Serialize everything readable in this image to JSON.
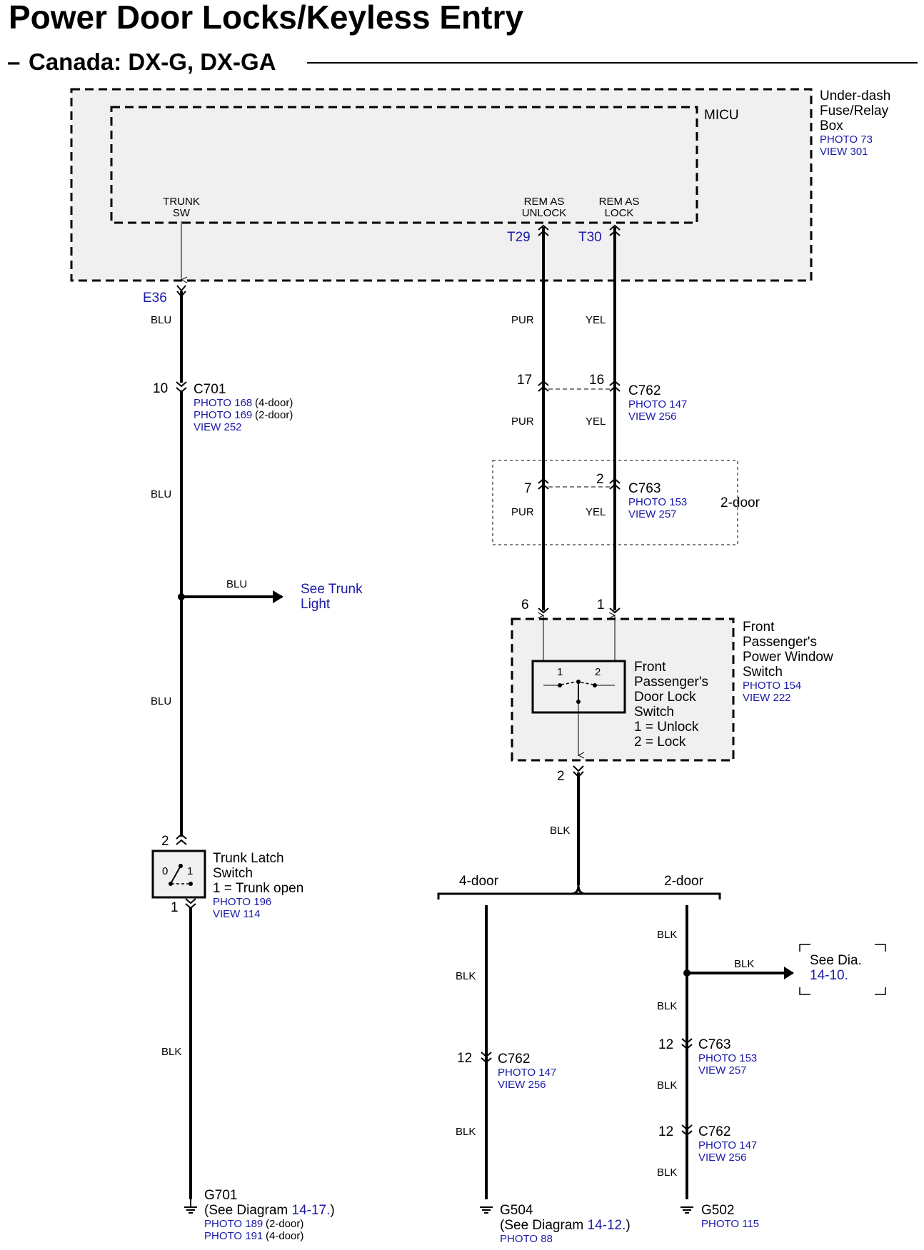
{
  "header": {
    "title": "Power Door Locks/Keyless Entry",
    "subtitle": "Canada: DX-G, DX-GA",
    "subtitle_dash": "–"
  },
  "fuse_box": {
    "name_lines": [
      "Under-dash",
      "Fuse/Relay",
      "Box"
    ],
    "photo": "PHOTO 73",
    "view": "VIEW 301"
  },
  "micu": {
    "label": "MICU",
    "trunk_sw": [
      "TRUNK",
      "SW"
    ],
    "rem_unlock": [
      "REM AS",
      "UNLOCK"
    ],
    "rem_lock": [
      "REM AS",
      "LOCK"
    ],
    "t29": "T29",
    "t30": "T30",
    "e36": "E36"
  },
  "left_branch": {
    "wire1": "BLU",
    "c701_pin": "10",
    "c701": "C701",
    "c701_photo1": "PHOTO 168",
    "c701_photo1_note": "(4-door)",
    "c701_photo2": "PHOTO 169",
    "c701_photo2_note": "(2-door)",
    "c701_view": "VIEW 252",
    "wire2": "BLU",
    "trunk_light_wire": "BLU",
    "trunk_light_lines": [
      "See Trunk",
      "Light"
    ],
    "wire3": "BLU",
    "latch_pin_top": "2",
    "latch_pin_bottom": "1",
    "latch_pos0": "0",
    "latch_pos1": "1",
    "latch_lines": [
      "Trunk Latch",
      "Switch",
      "1 = Trunk open"
    ],
    "latch_photo": "PHOTO 196",
    "latch_view": "VIEW 114",
    "wire4": "BLK",
    "g701": "G701",
    "g701_see_pre": "(See Diagram ",
    "g701_see_link": "14-17.",
    "g701_see_post": ")",
    "g701_photo1": "PHOTO 189",
    "g701_photo1_note": "(2-door)",
    "g701_photo2": "PHOTO 191",
    "g701_photo2_note": "(4-door)"
  },
  "right_branch": {
    "pur": "PUR",
    "yel": "YEL",
    "c762_pin_a": "17",
    "c762_pin_b": "16",
    "c762": "C762",
    "c762_photo": "PHOTO 147",
    "c762_view": "VIEW 256",
    "c763_pin_a": "7",
    "c763_pin_b": "2",
    "c763": "C763",
    "c763_photo": "PHOTO 153",
    "c763_view": "VIEW 257",
    "two_door": "2-door",
    "switch_pin_a": "6",
    "switch_pin_b": "1",
    "pw_switch_lines": [
      "Front",
      "Passenger's",
      "Power Window",
      "Switch"
    ],
    "pw_photo": "PHOTO 154",
    "pw_view": "VIEW 222",
    "dl_pos1": "1",
    "dl_pos2": "2",
    "dl_lines": [
      "Front",
      "Passenger's",
      "Door Lock",
      "Switch",
      "1 = Unlock",
      "2 = Lock"
    ],
    "switch_pin_out": "2",
    "blk": "BLK",
    "four_door": "4-door",
    "two_door_split": "2-door"
  },
  "ground_4door": {
    "wire1": "BLK",
    "pin": "12",
    "conn": "C762",
    "photo": "PHOTO 147",
    "view": "VIEW 256",
    "wire2": "BLK",
    "ground": "G504",
    "see_pre": "(See  Diagram ",
    "see_link": "14-12.",
    "see_post": ")",
    "photo2": "PHOTO 88"
  },
  "ground_2door": {
    "wire1": "BLK",
    "see_wire": "BLK",
    "see_text": "See  Dia.",
    "see_link": "14-10.",
    "wire2": "BLK",
    "pin1": "12",
    "conn1": "C763",
    "photo1": "PHOTO 153",
    "view1": "VIEW 257",
    "wire3": "BLK",
    "pin2": "12",
    "conn2": "C762",
    "photo2": "PHOTO 147",
    "view2": "VIEW 256",
    "wire4": "BLK",
    "ground": "G502",
    "photo3": "PHOTO 115"
  }
}
